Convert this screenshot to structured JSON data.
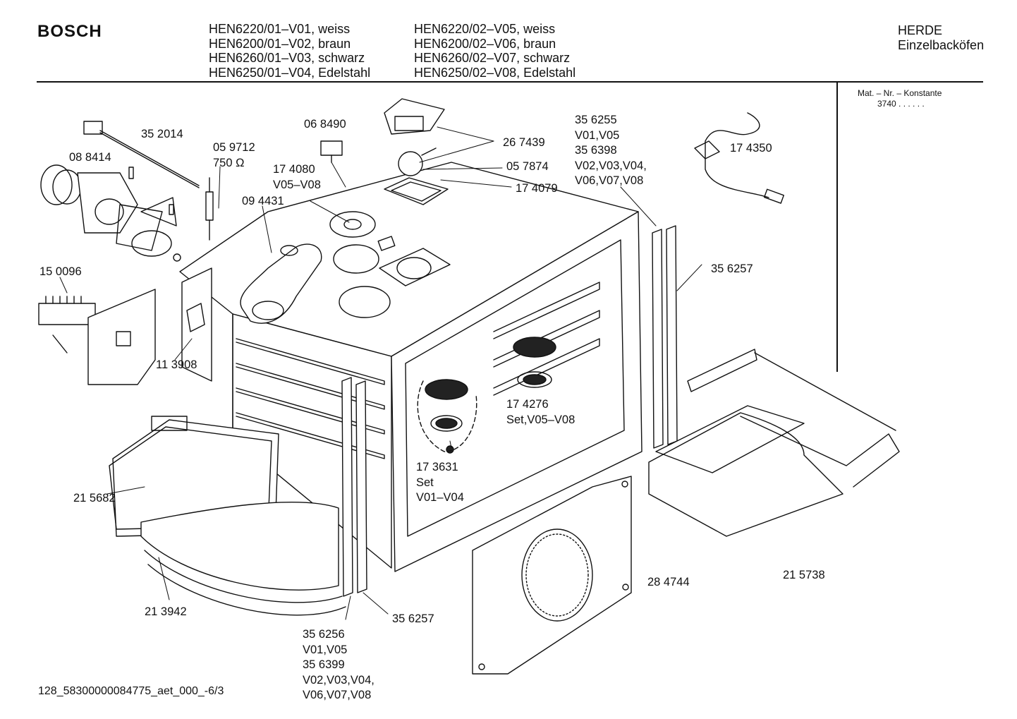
{
  "header": {
    "brand": "BOSCH",
    "models_col1": [
      "HEN6220/01–V01, weiss",
      "HEN6200/01–V02, braun",
      "HEN6260/01–V03, schwarz",
      "HEN6250/01–V04, Edelstahl"
    ],
    "models_col2": [
      "HEN6220/02–V05, weiss",
      "HEN6200/02–V06, braun",
      "HEN6260/02–V07, schwarz",
      "HEN6250/02–V08, Edelstahl"
    ],
    "category": "HERDE",
    "subcategory": "Einzelbacköfen"
  },
  "material_box": {
    "label": "Mat. – Nr. – Konstante",
    "value": "3740  .  .   .  .  .  ."
  },
  "part_labels": [
    {
      "id": "352014",
      "lines": [
        "35 2014"
      ]
    },
    {
      "id": "088414",
      "lines": [
        "08 8414"
      ]
    },
    {
      "id": "059712",
      "lines": [
        "05 9712",
        "750 Ω"
      ]
    },
    {
      "id": "068490",
      "lines": [
        "06 8490"
      ]
    },
    {
      "id": "174080",
      "lines": [
        "17 4080",
        "V05–V08"
      ]
    },
    {
      "id": "094431",
      "lines": [
        "09 4431"
      ]
    },
    {
      "id": "267439",
      "lines": [
        "26 7439"
      ]
    },
    {
      "id": "057874",
      "lines": [
        "05 7874"
      ]
    },
    {
      "id": "174079",
      "lines": [
        "17 4079"
      ]
    },
    {
      "id": "356255",
      "lines": [
        "35 6255",
        "V01,V05",
        "35 6398",
        "V02,V03,V04,",
        "V06,V07,V08"
      ]
    },
    {
      "id": "174350",
      "lines": [
        "17 4350"
      ]
    },
    {
      "id": "356257a",
      "lines": [
        "35 6257"
      ]
    },
    {
      "id": "150096",
      "lines": [
        "15 0096"
      ]
    },
    {
      "id": "113908",
      "lines": [
        "11 3908"
      ]
    },
    {
      "id": "174276",
      "lines": [
        "17 4276",
        "Set,V05–V08"
      ]
    },
    {
      "id": "173631",
      "lines": [
        "17 3631",
        "Set",
        "V01–V04"
      ]
    },
    {
      "id": "215682",
      "lines": [
        "21 5682"
      ]
    },
    {
      "id": "213942",
      "lines": [
        "21 3942"
      ]
    },
    {
      "id": "356256",
      "lines": [
        "35 6256",
        "V01,V05",
        "35 6399",
        "V02,V03,V04,",
        "V06,V07,V08"
      ]
    },
    {
      "id": "356257b",
      "lines": [
        "35 6257"
      ]
    },
    {
      "id": "284744",
      "lines": [
        "28 4744"
      ]
    },
    {
      "id": "215738",
      "lines": [
        "21 5738"
      ]
    }
  ],
  "footer": {
    "code": "128_58300000084775_aet_000_-6/3"
  }
}
